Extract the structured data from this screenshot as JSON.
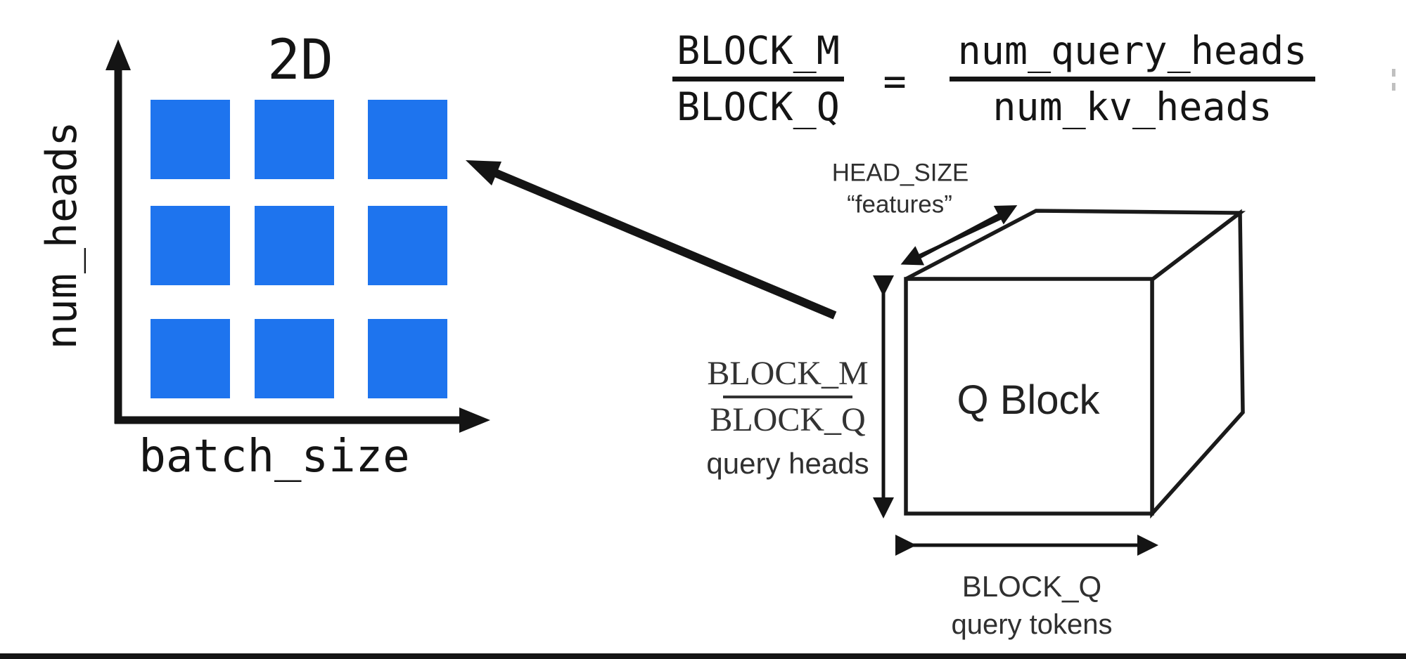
{
  "colors": {
    "block_blue": "#1E74EE",
    "ink": "#141414",
    "annotation_ink": "#333333",
    "bottom_bar": "#151515"
  },
  "plot2d": {
    "title": "2D",
    "y_axis_label": "num_heads",
    "x_axis_label": "batch_size",
    "grid_rows": 3,
    "grid_cols": 3
  },
  "formula": {
    "lhs_numerator": "BLOCK_M",
    "lhs_denominator": "BLOCK_Q",
    "equals": "=",
    "rhs_numerator": "num_query_heads",
    "rhs_denominator": "num_kv_heads"
  },
  "cube": {
    "label": "Q Block",
    "depth_label": "HEAD_SIZE",
    "depth_sublabel": "“features”",
    "height_numerator": "BLOCK_M",
    "height_denominator": "BLOCK_Q",
    "height_caption": "query heads",
    "width_label": "BLOCK_Q",
    "width_caption": "query tokens"
  }
}
